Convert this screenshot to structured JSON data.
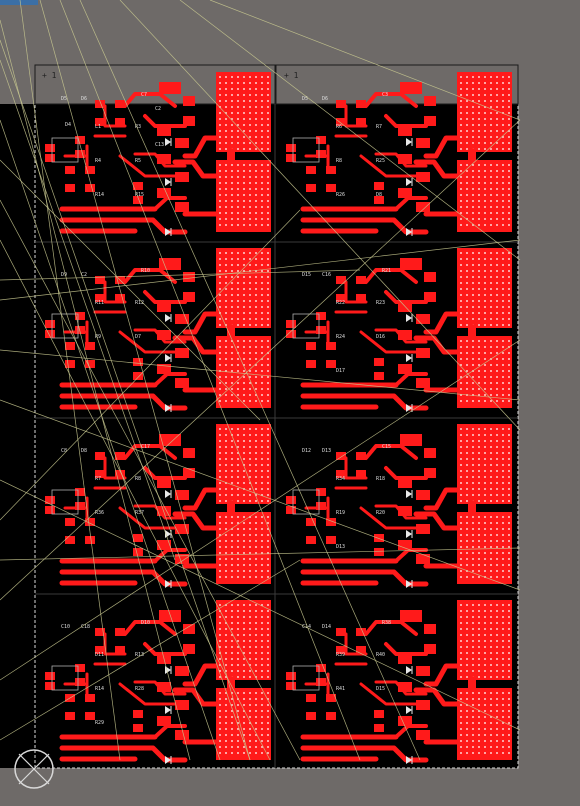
{
  "window": {
    "title": ""
  },
  "board": {
    "outline_color": "#d8d8d8",
    "substrate_color": "#000000",
    "copper_color": "#ff1a1a",
    "ratsnest_color": "#c8c890",
    "silk_color": "#b0b0b0",
    "background_color": "#6e6a68"
  },
  "cells": [
    {
      "name": "cell-1",
      "col": 0,
      "row": 0,
      "tag": "",
      "refs": [
        "D5",
        "D6",
        "C7",
        "L1",
        "R3",
        "R4",
        "R5",
        "R14",
        "R15",
        "C2",
        "C13",
        "D4"
      ]
    },
    {
      "name": "cell-2",
      "col": 1,
      "row": 0,
      "tag": "",
      "refs": [
        "D5",
        "D6",
        "C3",
        "R6",
        "R7",
        "R8",
        "R25",
        "R26",
        "D8"
      ]
    },
    {
      "name": "cell-3",
      "col": 0,
      "row": 1,
      "tag": "",
      "refs": [
        "D9",
        "C2",
        "R10",
        "R11",
        "R12",
        "R9",
        "D7"
      ]
    },
    {
      "name": "cell-4",
      "col": 1,
      "row": 1,
      "tag": "",
      "refs": [
        "D15",
        "C16",
        "R21",
        "R22",
        "R23",
        "R24",
        "D16",
        "D17"
      ]
    },
    {
      "name": "cell-5",
      "col": 0,
      "row": 2,
      "tag": "",
      "refs": [
        "C8",
        "D8",
        "C17",
        "R7",
        "R8",
        "R36",
        "R37"
      ]
    },
    {
      "name": "cell-6",
      "col": 1,
      "row": 2,
      "tag": "",
      "refs": [
        "D12",
        "D13",
        "C15",
        "R34",
        "R18",
        "R19",
        "R20",
        "D13"
      ]
    },
    {
      "name": "cell-7",
      "col": 0,
      "row": 3,
      "tag": "",
      "refs": [
        "C10",
        "C18",
        "D10",
        "D11",
        "R13",
        "R14",
        "R28",
        "R29"
      ]
    },
    {
      "name": "cell-8",
      "col": 1,
      "row": 3,
      "tag": "",
      "refs": [
        "C14",
        "D14",
        "R38",
        "R39",
        "R40",
        "R41",
        "D15"
      ]
    }
  ],
  "top_labels": [
    {
      "name": "sheet-label-left",
      "text": "+ 1"
    },
    {
      "name": "sheet-label-right",
      "text": "+ 1"
    }
  ]
}
